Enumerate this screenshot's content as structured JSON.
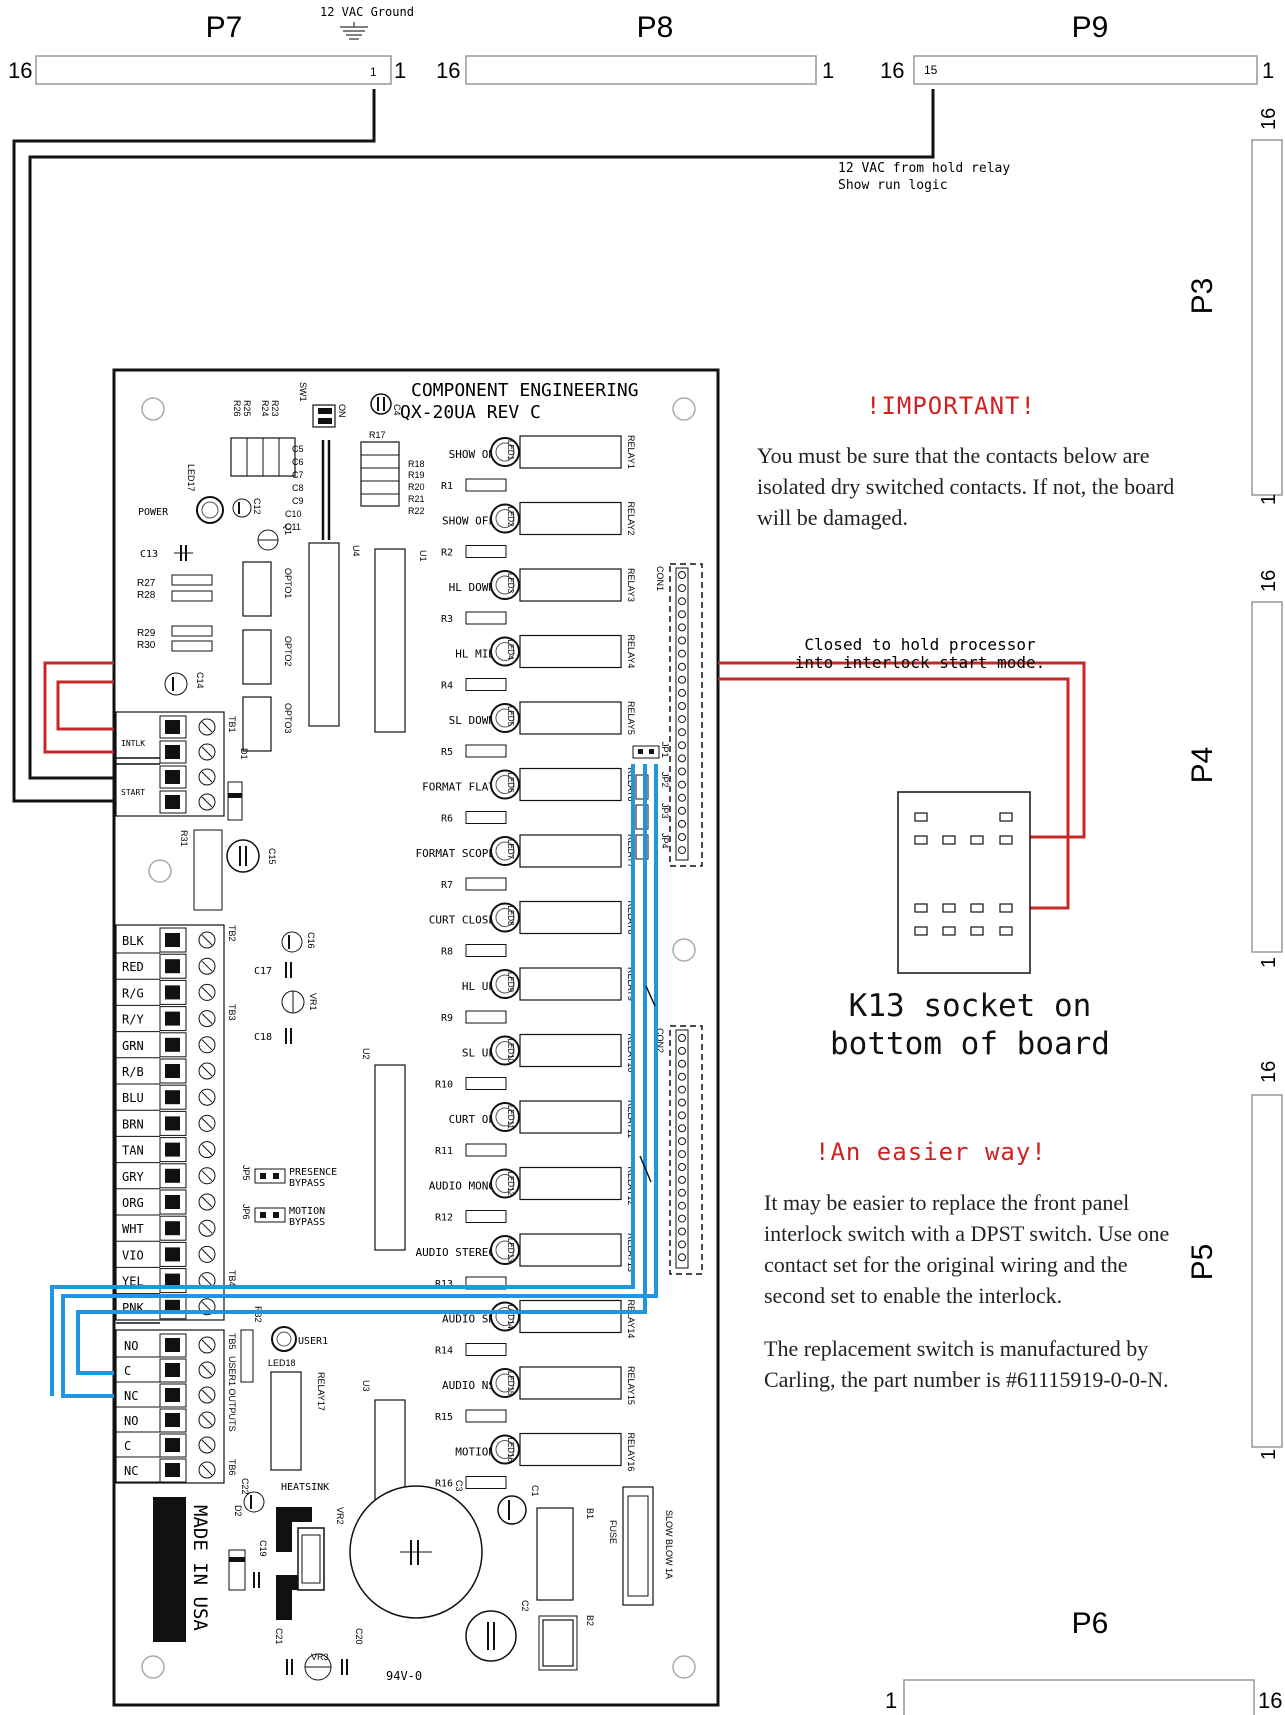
{
  "headers": {
    "p7": "P7",
    "p8": "P8",
    "p9": "P9",
    "p3": "P3",
    "p4": "P4",
    "p5": "P5",
    "p6": "P6"
  },
  "pins": {
    "p7_left": "16",
    "p7_right": "1",
    "p7_inner": "1",
    "p8_left": "16",
    "p8_right": "1",
    "p9_left": "16",
    "p9_right": "1",
    "p9_inner": "15",
    "p3_top": "16",
    "p3_bottom": "1",
    "p4_top": "16",
    "p4_bottom": "1",
    "p5_top": "16",
    "p5_bottom": "1",
    "p6_left": "1",
    "p6_right": "16"
  },
  "labels": {
    "ground": "12 VAC Ground",
    "hold_relay_1": "12 VAC from hold relay",
    "hold_relay_2": "Show run logic",
    "closed_1": "Closed to hold processor",
    "closed_2": "into interlock start mode."
  },
  "board": {
    "title_1": "COMPONENT ENGINEERING",
    "title_2": "QX-20UA REV C",
    "made_in": "MADE IN USA",
    "power": "POWER",
    "intlk": "INTLK",
    "start": "START",
    "c13": "C13",
    "r27": "R27",
    "r28": "R28",
    "r29": "R29",
    "r30": "R30",
    "r31": "R31",
    "led17": "LED17",
    "c12": "C12",
    "q1": "Q1",
    "c14": "C14",
    "c15": "C15",
    "opto1": "OPTO1",
    "opto2": "OPTO2",
    "opto3": "OPTO3",
    "u4": "U4",
    "u1": "U1",
    "u2": "U2",
    "u3": "U3",
    "sw1": "SW1",
    "sw_on": "ON",
    "r17": "R17",
    "c4": "C4",
    "d1": "D1",
    "c5": "C5",
    "c6": "C6",
    "c7": "C7",
    "c8": "C8",
    "c9": "C9",
    "c10": "C10",
    "c11": "C11",
    "r18": "R18",
    "r19": "R19",
    "r20": "R20",
    "r21": "R21",
    "r22": "R22",
    "r23": "R23",
    "r24": "R24",
    "r25": "R25",
    "r26": "R26",
    "tb1": "TB1",
    "tb2": "TB2",
    "tb3": "TB3",
    "tb4": "TB4",
    "tb5": "TB5",
    "tb6": "TB6",
    "c16": "C16",
    "c17": "C17",
    "c18": "C18",
    "vr1": "VR1",
    "jp5": "JP5",
    "jp6": "JP6",
    "presence_1": "PRESENCE",
    "presence_2": "BYPASS",
    "motion_1": "MOTION",
    "motion_2": "BYPASS",
    "user1": "USER1",
    "user1_out": "USER1 OUTPUTS",
    "led18": "LED18",
    "relay17": "RELAY17",
    "r32": "R32",
    "c22": "C22",
    "heatsink": "HEATSINK",
    "vr2": "VR2",
    "d2": "D2",
    "c19": "C19",
    "c21": "C21",
    "c20": "C20",
    "vr3": "VR3",
    "c1": "C1",
    "c2": "C2",
    "c3": "C3",
    "b1": "B1",
    "b2": "B2",
    "fuse": "FUSE",
    "slow_blow": "SLOW BLOW 1A",
    "v0": "94V-0",
    "con1": "CON1",
    "con2": "CON2",
    "jp1": "JP1",
    "jp2": "JP2",
    "jp3": "JP3",
    "jp4": "JP4"
  },
  "terminals": [
    "BLK",
    "RED",
    "R/G",
    "R/Y",
    "GRN",
    "R/B",
    "BLU",
    "BRN",
    "TAN",
    "GRY",
    "ORG",
    "WHT",
    "VIO",
    "YEL",
    "PNK"
  ],
  "outputs": [
    "NO",
    "C",
    "NC",
    "NO",
    "C",
    "NC"
  ],
  "relays": [
    {
      "name": "SHOW ON",
      "led": "LED1",
      "relay": "RELAY1",
      "r": "R1"
    },
    {
      "name": "SHOW OFF",
      "led": "LED2",
      "relay": "RELAY2",
      "r": "R2"
    },
    {
      "name": "HL DOWN",
      "led": "LED3",
      "relay": "RELAY3",
      "r": "R3"
    },
    {
      "name": "HL MID",
      "led": "LED4",
      "relay": "RELAY4",
      "r": "R4"
    },
    {
      "name": "SL DOWN",
      "led": "LED5",
      "relay": "RELAY5",
      "r": "R5"
    },
    {
      "name": "FORMAT FLAT",
      "led": "LED6",
      "relay": "RELAY6",
      "r": "R6"
    },
    {
      "name": "FORMAT SCOPE",
      "led": "LED7",
      "relay": "RELAY7",
      "r": "R7"
    },
    {
      "name": "CURT CLOSE",
      "led": "LED8",
      "relay": "RELAY8",
      "r": "R8"
    },
    {
      "name": "HL UP",
      "led": "LED9",
      "relay": "RELAY9",
      "r": "R9"
    },
    {
      "name": "SL UP",
      "led": "LED10",
      "relay": "RELAY10",
      "r": "R10"
    },
    {
      "name": "CURT OP",
      "led": "LED11",
      "relay": "RELAY11",
      "r": "R11"
    },
    {
      "name": "AUDIO MONO",
      "led": "LED12",
      "relay": "RELAY12",
      "r": "R12"
    },
    {
      "name": "AUDIO STEREO",
      "led": "LED13",
      "relay": "RELAY13",
      "r": "R13"
    },
    {
      "name": "AUDIO SR",
      "led": "LED14",
      "relay": "RELAY14",
      "r": "R14"
    },
    {
      "name": "AUDIO NS",
      "led": "LED15",
      "relay": "RELAY15",
      "r": "R15"
    },
    {
      "name": "MOTION",
      "led": "LED16",
      "relay": "RELAY16",
      "r": "R16"
    }
  ],
  "important": {
    "title": "!IMPORTANT!",
    "body": "You must be sure that the contacts below are isolated dry switched contacts. If not, the board will be damaged."
  },
  "k13": {
    "line1": "K13 socket on",
    "line2": "bottom of board"
  },
  "easier": {
    "title": "!An easier way!",
    "body1": "It may be easier to replace the front panel interlock switch with a DPST switch. Use one contact set for the original wiring and the second set to enable the interlock.",
    "body2": "The replacement switch is manufactured by Carling, the part number is #61115919-0-0-N."
  }
}
